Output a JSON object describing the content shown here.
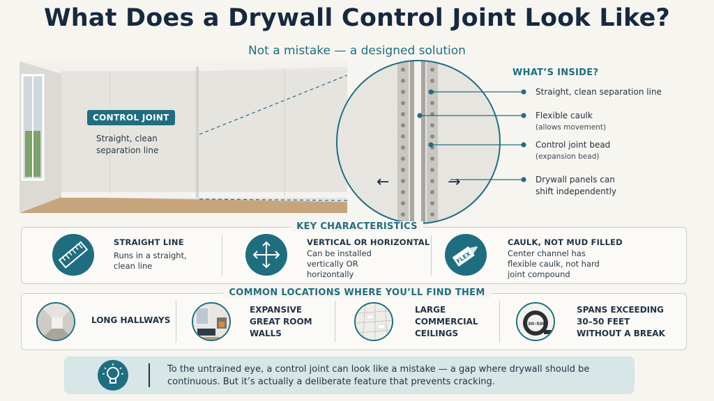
{
  "header": {
    "title": "What Does a Drywall Control Joint Look Like?",
    "subtitle": "Not a mistake — a designed solution"
  },
  "scene": {
    "badge": "CONTROL JOINT",
    "badge_arrow": "→",
    "description": "Straight, clean separation line"
  },
  "zoom": {
    "left_arrow": "←",
    "right_arrow": "→"
  },
  "inside": {
    "title": "WHAT’S INSIDE?",
    "items": [
      {
        "label": "Straight, clean separation line",
        "sub": ""
      },
      {
        "label": "Flexible caulk",
        "sub": "(allows movement)"
      },
      {
        "label": "Control joint bead",
        "sub": "(expansion bead)"
      },
      {
        "label": "Drywall panels can shift independently",
        "sub": ""
      }
    ]
  },
  "key": {
    "title": "KEY CHARACTERISTICS",
    "items": [
      {
        "icon": "ruler-icon",
        "title": "STRAIGHT LINE",
        "desc": "Runs in a straight, clean line"
      },
      {
        "icon": "four-way-arrows-icon",
        "title": "VERTICAL OR HORIZONTAL",
        "desc": "Can be installed vertically OR horizontally"
      },
      {
        "icon": "caulk-tube-icon",
        "title": "CAULK, NOT MUD FILLED",
        "desc": "Center channel has flexible caulk, not hard joint compound"
      }
    ],
    "flex_label": "FLEX"
  },
  "locations": {
    "title": "COMMON LOCATIONS WHERE YOU’LL FIND THEM",
    "items": [
      {
        "icon": "hallway-icon",
        "label": "LONG HALLWAYS"
      },
      {
        "icon": "great-room-icon",
        "label": "EXPANSIVE GREAT ROOM WALLS"
      },
      {
        "icon": "ceiling-icon",
        "label": "LARGE COMMERCIAL CEILINGS"
      },
      {
        "icon": "tape-measure-icon",
        "label": "SPANS EXCEEDING 30–50 FEET WITHOUT A BREAK"
      }
    ],
    "tape_label": "30–50ft"
  },
  "footer": {
    "text": "To the untrained eye, a control joint can look like a mistake — a gap where drywall should be continuous. But it’s actually a deliberate feature that prevents cracking."
  },
  "colors": {
    "accent": "#1f6e80",
    "heading": "#16293f",
    "footer_bg": "#d7e6e6"
  }
}
